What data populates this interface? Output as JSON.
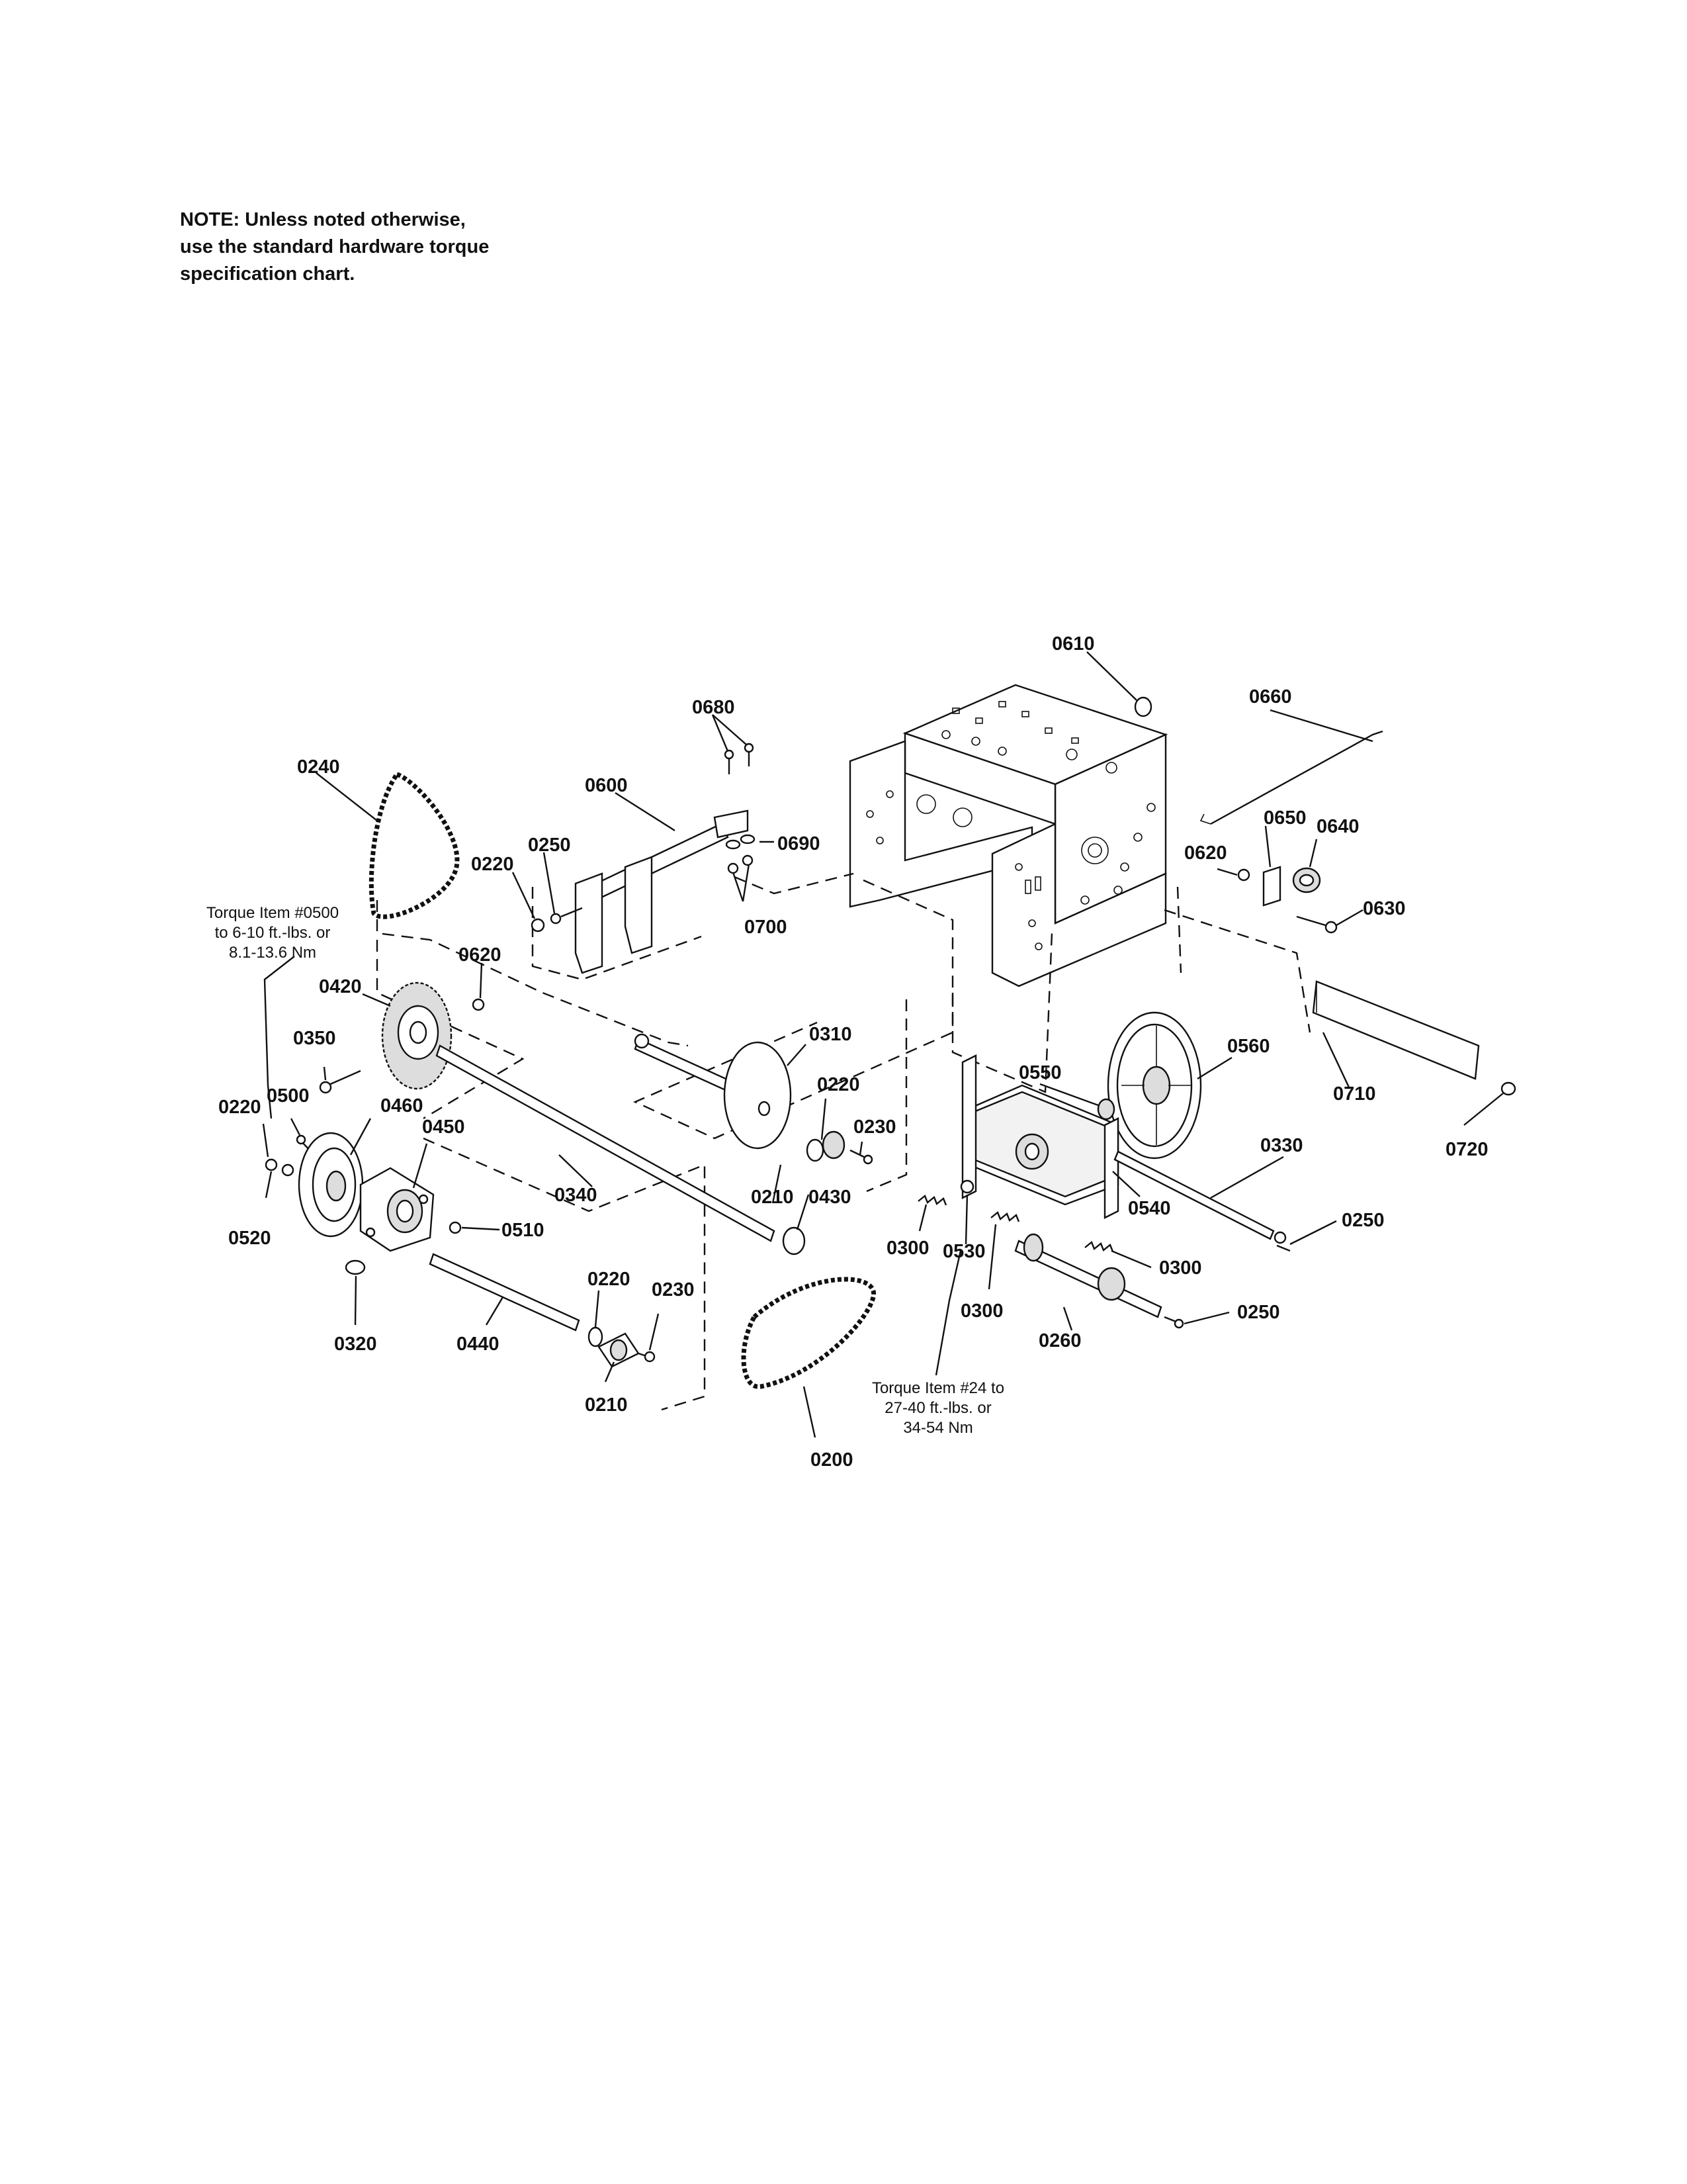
{
  "note": {
    "line1": "NOTE: Unless noted otherwise,",
    "line2": "use the standard hardware torque",
    "line3": "specification chart."
  },
  "callouts": {
    "c0610": "0610",
    "c0660": "0660",
    "c0680": "0680",
    "c0600": "0600",
    "c0690": "0690",
    "c0700": "0700",
    "c0240": "0240",
    "c0250a": "0250",
    "c0220a": "0220",
    "c0650": "0650",
    "c0640": "0640",
    "c0620a": "0620",
    "c0630": "0630",
    "c0620b": "0620",
    "c0420": "0420",
    "c0350": "0350",
    "c0310": "0310",
    "c0220b": "0220",
    "c0230a": "0230",
    "c0550": "0550",
    "c0560": "0560",
    "c0710": "0710",
    "c0720": "0720",
    "c0220c": "0220",
    "c0500": "0500",
    "c0460": "0460",
    "c0450": "0450",
    "c0210a": "0210",
    "c0430": "0430",
    "c0330": "0330",
    "c0340": "0340",
    "c0540": "0540",
    "c0520": "0520",
    "c0510": "0510",
    "c0300a": "0300",
    "c0530": "0530",
    "c0250b": "0250",
    "c0300b": "0300",
    "c0220d": "0220",
    "c0230b": "0230",
    "c0300c": "0300",
    "c0250c": "0250",
    "c0320": "0320",
    "c0440": "0440",
    "c0260": "0260",
    "c0210b": "0210",
    "c0200": "0200"
  },
  "torque_notes": {
    "t0500": {
      "line1": "Torque Item #0500",
      "line2": "to 6-10 ft.-lbs. or",
      "line3": "8.1-13.6 Nm"
    },
    "t24": {
      "line1": "Torque Item #24 to",
      "line2": "27-40 ft.-lbs. or",
      "line3": "34-54 Nm"
    }
  }
}
